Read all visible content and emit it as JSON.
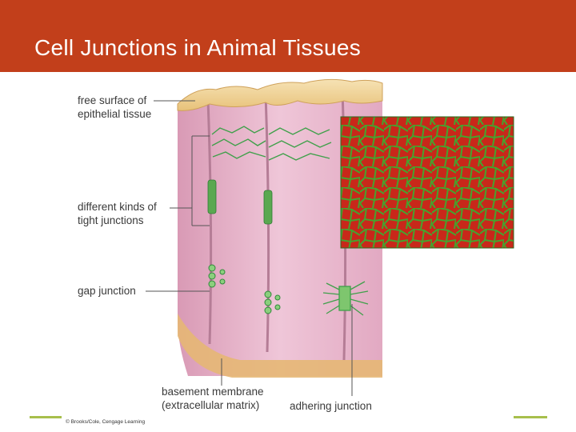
{
  "slide": {
    "title": "Cell Junctions in Animal Tissues"
  },
  "labels": {
    "free_surface_line1": "free surface of",
    "free_surface_line2": "epithelial tissue",
    "tight_junctions_line1": "different kinds of",
    "tight_junctions_line2": "tight junctions",
    "gap_junction": "gap junction",
    "basement_line1": "basement membrane",
    "basement_line2": "(extracellular matrix)",
    "adhering_junction": "adhering junction"
  },
  "credit": "© Brooks/Cole, Cengage Learning",
  "colors": {
    "header": "#c23f1b",
    "accent": "#a7bf4c",
    "cell_fill": "#e9b9cd",
    "cell_top": "#f0d49a",
    "junction_green": "#3fa04a",
    "micrograph_red": "#d8341c",
    "micrograph_green": "#3c9a2a"
  }
}
